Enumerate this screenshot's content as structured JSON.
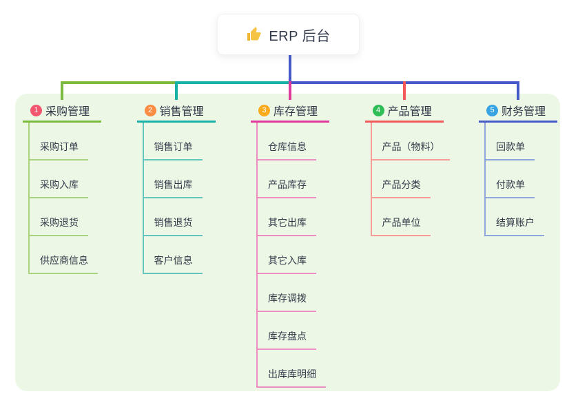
{
  "root": {
    "label": "ERP 后台",
    "icon": "thumbs-up-icon",
    "icon_color": "#f2b636"
  },
  "panel_color": "#ecf7e5",
  "connector": {
    "trunk_color": "#4758c8",
    "bus_colors": [
      "#7cba3f",
      "#16b1a6",
      "#4758c8"
    ]
  },
  "branches": [
    {
      "num": "1",
      "label": "采购管理",
      "badge_color": "#f2566f",
      "line_color": "#7cba3f",
      "child_line_color": "#a9d37d",
      "children": [
        "采购订单",
        "采购入库",
        "采购退货",
        "供应商信息"
      ]
    },
    {
      "num": "2",
      "label": "销售管理",
      "badge_color": "#fb8c44",
      "line_color": "#16b1a6",
      "child_line_color": "#62c6bd",
      "children": [
        "销售订单",
        "销售出库",
        "销售退货",
        "客户信息"
      ]
    },
    {
      "num": "3",
      "label": "库存管理",
      "badge_color": "#fbab1e",
      "line_color": "#df3a9b",
      "child_line_color": "#ee8dc2",
      "children": [
        "仓库信息",
        "产品库存",
        "其它出库",
        "其它入库",
        "库存调拨",
        "库存盘点",
        "出库库明细"
      ]
    },
    {
      "num": "4",
      "label": "产品管理",
      "badge_color": "#2ebd57",
      "line_color": "#f2595c",
      "child_line_color": "#f79b99",
      "children": [
        "产品（物料）",
        "产品分类",
        "产品单位"
      ]
    },
    {
      "num": "5",
      "label": "财务管理",
      "badge_color": "#38a3e2",
      "line_color": "#4758c8",
      "child_line_color": "#8fa6dc",
      "children": [
        "回款单",
        "付款单",
        "结算账户"
      ]
    }
  ]
}
